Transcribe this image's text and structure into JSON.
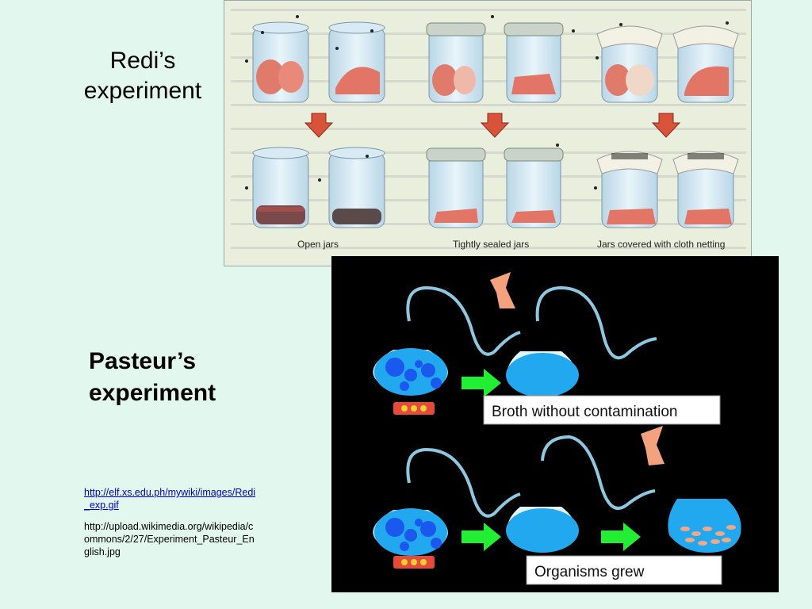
{
  "slide": {
    "redi_title": "Redi’s\nexperiment",
    "pasteur_title": "Pasteur’s\nexperiment",
    "link_redi": "http://elf.xs.edu.ph/mywiki/images/Redi_exp.gif",
    "link_pasteur": "http://upload.wikimedia.org/wikipedia/commons/2/27/Experiment_Pasteur_English.jpg"
  },
  "redi_figure": {
    "labels": [
      "Open jars",
      "Tightly sealed jars",
      "Jars covered with cloth netting"
    ]
  },
  "pasteur_figure": {
    "labels": [
      "Broth without contamination",
      "Organisms grew"
    ]
  },
  "colors": {
    "background": "#e2f8ef",
    "arrow_red": "#d9533a",
    "arrow_green": "#22ee33",
    "broth_blue": "#22a8ee",
    "hourglass": "#f4a27e"
  }
}
